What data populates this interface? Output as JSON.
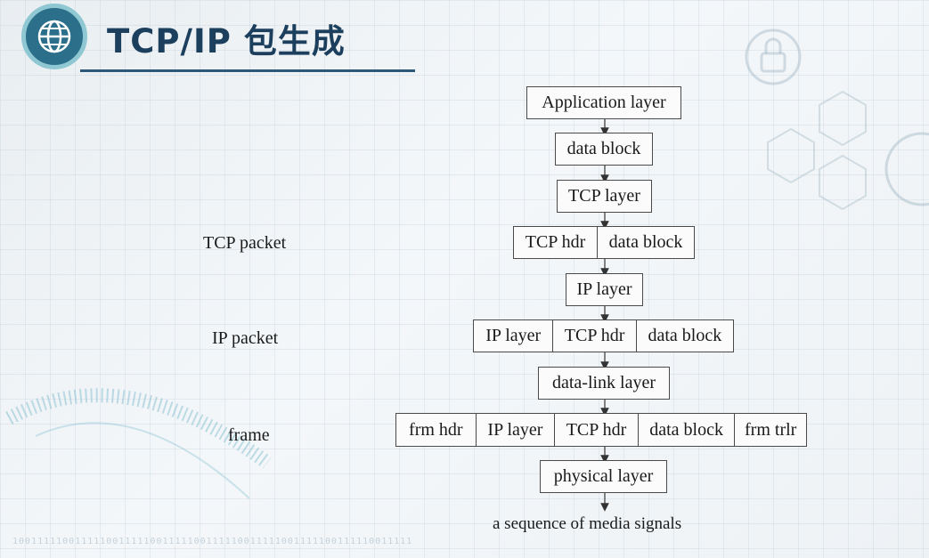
{
  "title": "TCP/IP 包生成",
  "diagram": {
    "app_layer": "Application layer",
    "data_block": "data block",
    "tcp_layer": "TCP layer",
    "tcp_packet": {
      "label": "TCP packet",
      "cells": [
        "TCP hdr",
        "data block"
      ]
    },
    "ip_layer": "IP layer",
    "ip_packet": {
      "label": "IP packet",
      "cells": [
        "IP layer",
        "TCP hdr",
        "data block"
      ]
    },
    "data_link_layer": "data-link layer",
    "frame": {
      "label": "frame",
      "cells": [
        "frm hdr",
        "IP layer",
        "TCP hdr",
        "data block",
        "frm trlr"
      ]
    },
    "physical_layer": "physical layer",
    "output": "a sequence of media signals"
  },
  "background_binary": "1001111100111110011111001111100111110011111001111100111110011111"
}
